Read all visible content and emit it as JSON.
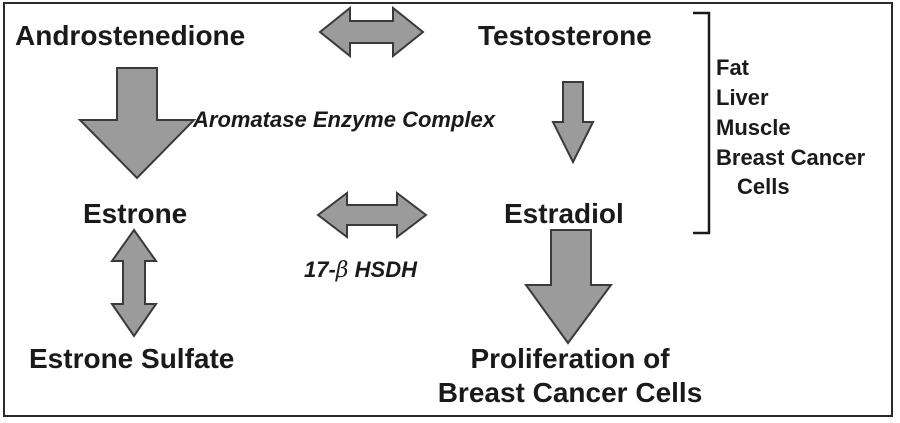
{
  "nodes": {
    "androstenedione": "Androstenedione",
    "testosterone": "Testosterone",
    "estrone": "Estrone",
    "estradiol": "Estradiol",
    "estrone_sulfate": "Estrone Sulfate",
    "proliferation_line1": "Proliferation of",
    "proliferation_line2": "Breast Cancer Cells"
  },
  "enzymes": {
    "aromatase": "Aromatase Enzyme Complex",
    "hsdh_prefix": "17-",
    "hsdh_beta": "β",
    "hsdh_suffix": " HSDH"
  },
  "tissues": [
    "Fat",
    "Liver",
    "Muscle",
    "Breast Cancer",
    "Cells"
  ],
  "colors": {
    "arrow_fill": "#9b9b9b",
    "arrow_stroke": "#3a3a3a",
    "text": "#1a1a1a"
  }
}
